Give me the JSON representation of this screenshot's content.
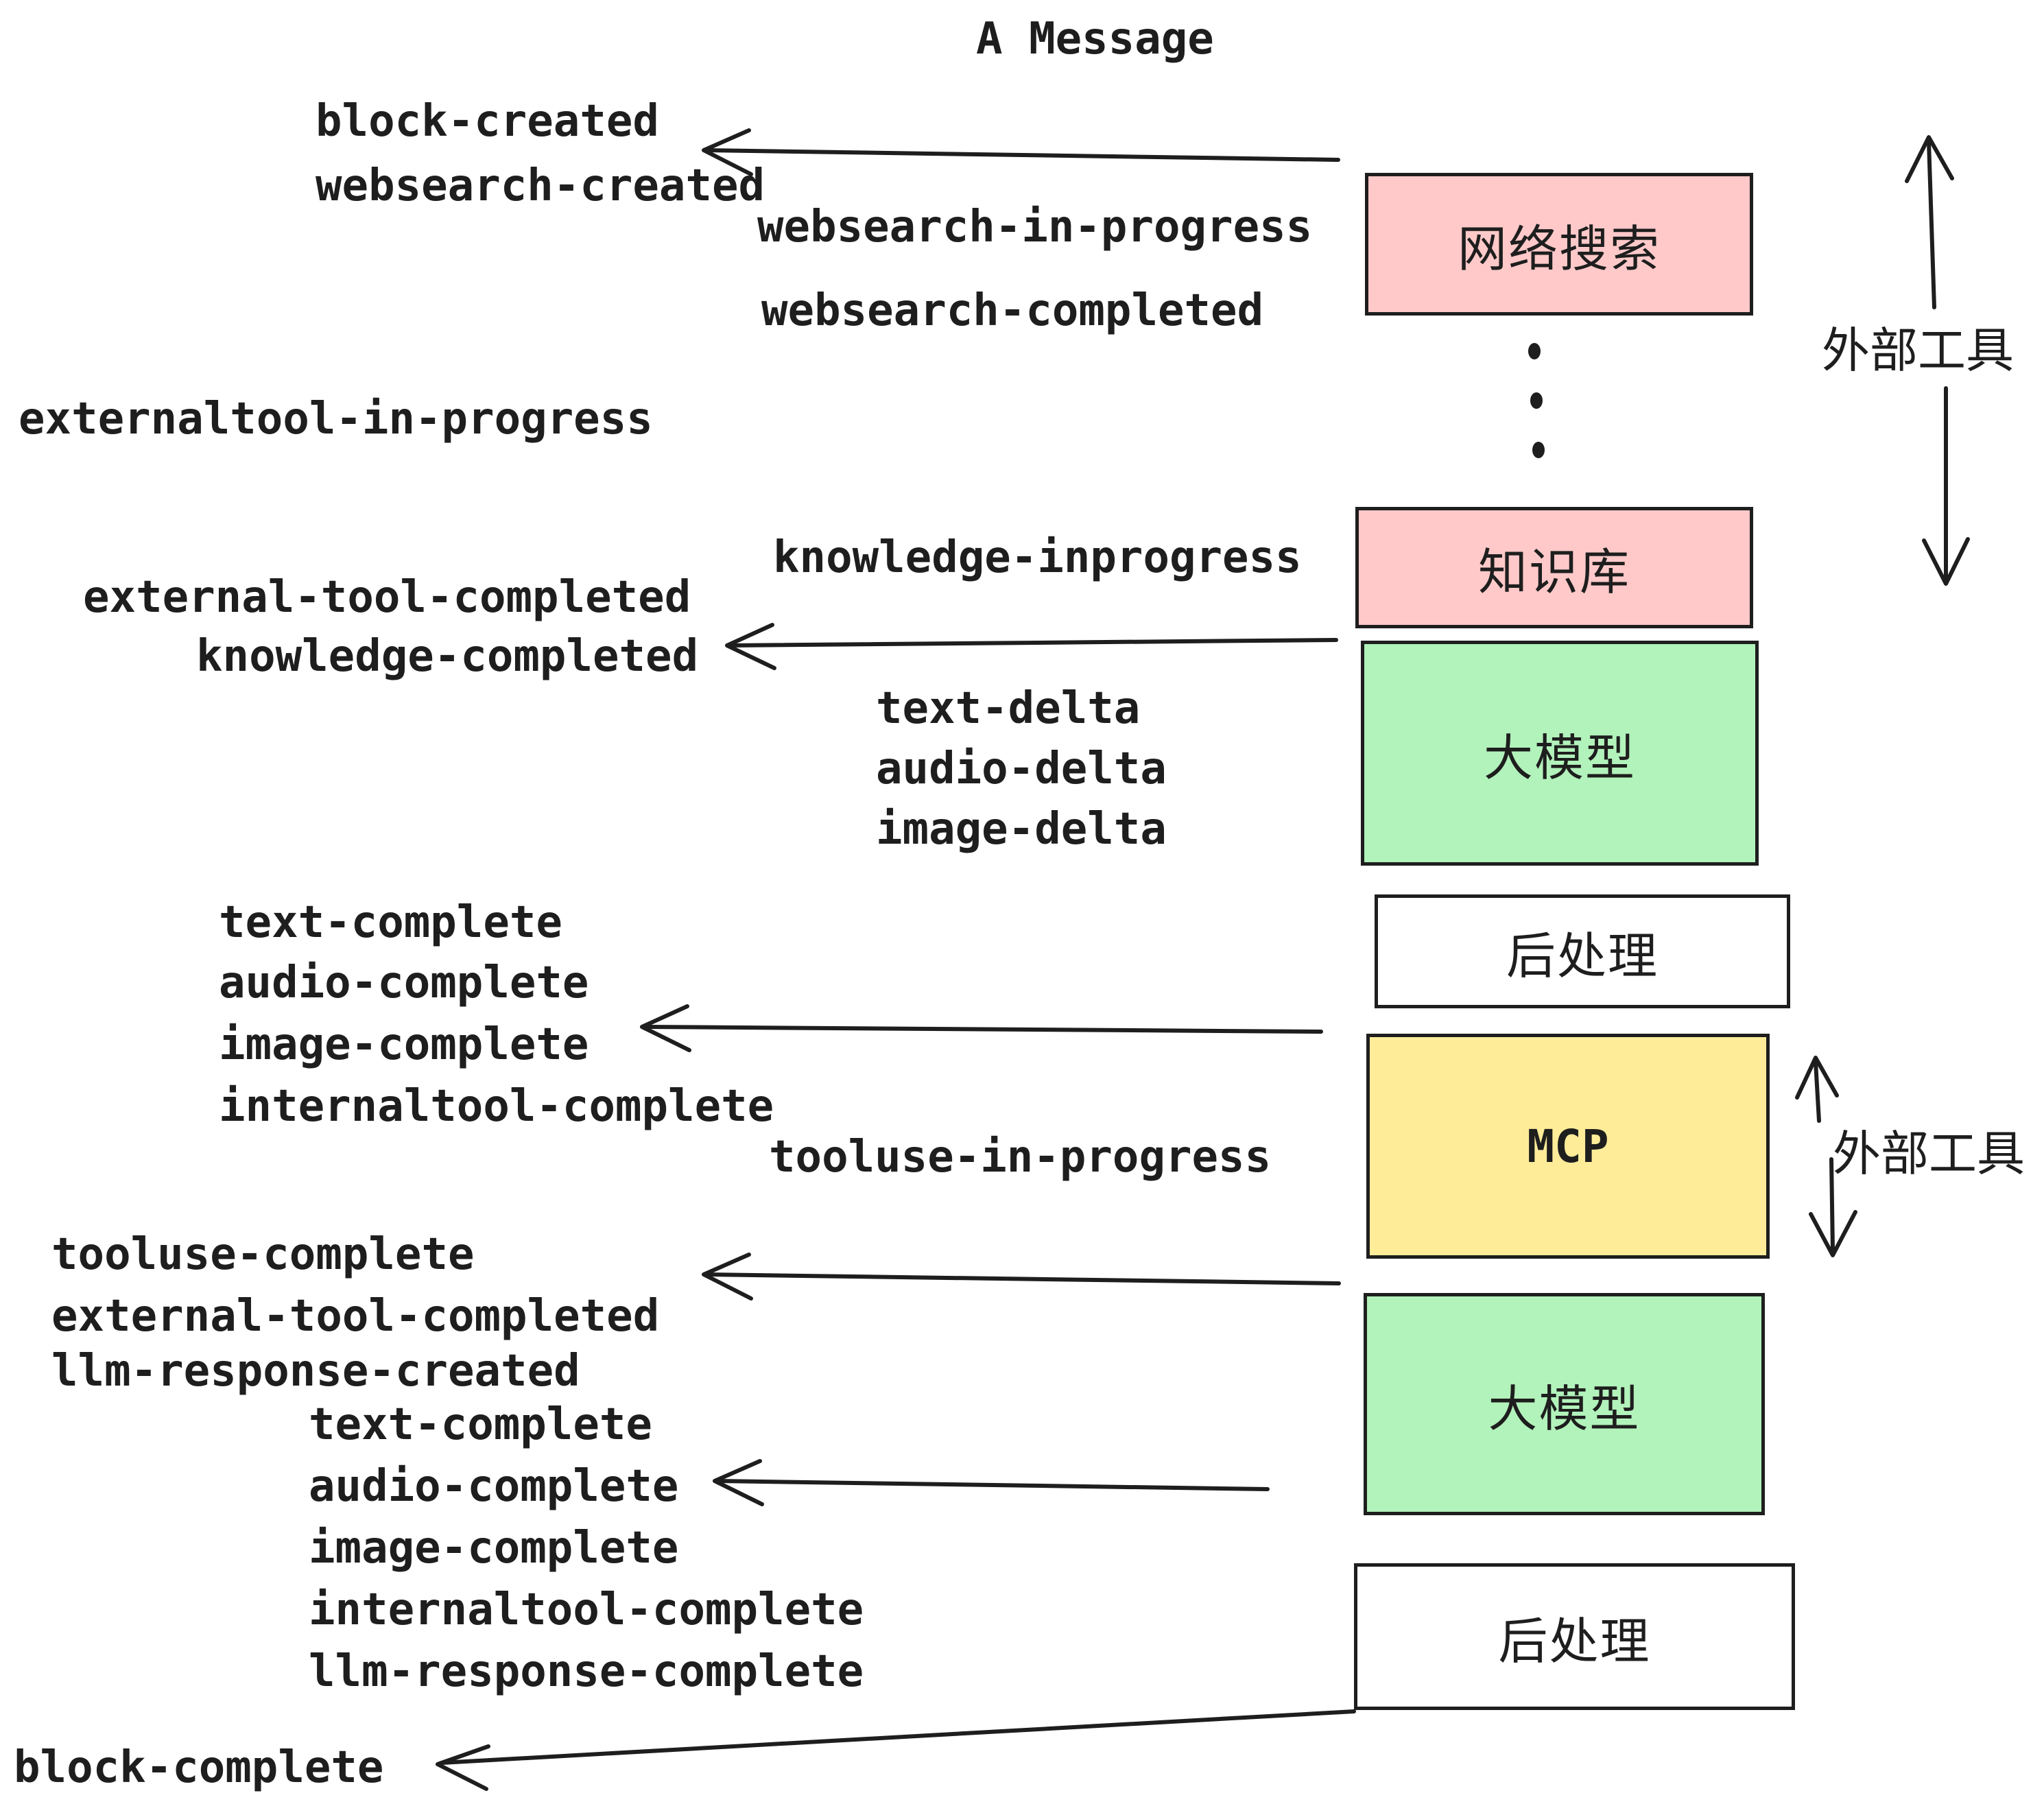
{
  "title": "A Message",
  "labels": {
    "block_created": "block-created",
    "websearch_created": "websearch-created",
    "websearch_in_progress": "websearch-in-progress",
    "websearch_completed": "websearch-completed",
    "externaltool_in_progress": "externaltool-in-progress",
    "knowledge_inprogress": "knowledge-inprogress",
    "external_tool_completed_1": "external-tool-completed",
    "knowledge_completed": "knowledge-completed",
    "text_delta_1": "text-delta",
    "audio_delta_1": "audio-delta",
    "image_delta_1": "image-delta",
    "text_complete_1": "text-complete",
    "audio_complete_1": "audio-complete",
    "image_complete_1": "image-complete",
    "internaltool_complete_1": "internaltool-complete",
    "tooluse_in_progress": "tooluse-in-progress",
    "tooluse_complete": "tooluse-complete",
    "external_tool_completed_2": "external-tool-completed",
    "llm_response_created": "llm-response-created",
    "text_complete_2": "text-complete",
    "audio_complete_2": "audio-complete",
    "image_complete_2": "image-complete",
    "internaltool_complete_2": "internaltool-complete",
    "llm_response_complete": "llm-response-complete",
    "block_complete": "block-complete"
  },
  "boxes": {
    "websearch": {
      "label": "网络搜索",
      "fill": "#ffc9c9"
    },
    "knowledge": {
      "label": "知识库",
      "fill": "#ffc9c9"
    },
    "llm_1": {
      "label": "大模型",
      "fill": "#b2f2bb"
    },
    "postprocess_1": {
      "label": "后处理",
      "fill": "#ffffff"
    },
    "mcp": {
      "label": "MCP",
      "fill": "#ffec99"
    },
    "llm_2": {
      "label": "大模型",
      "fill": "#b2f2bb"
    },
    "postprocess_2": {
      "label": "后处理",
      "fill": "#ffffff"
    }
  },
  "annotations": {
    "external_tools_1": "外部工具",
    "external_tools_2": "外部工具"
  },
  "colors": {
    "ink": "#1e1e1e",
    "pink": "#ffc9c9",
    "green": "#b2f2bb",
    "yellow": "#ffec99",
    "white": "#ffffff"
  }
}
